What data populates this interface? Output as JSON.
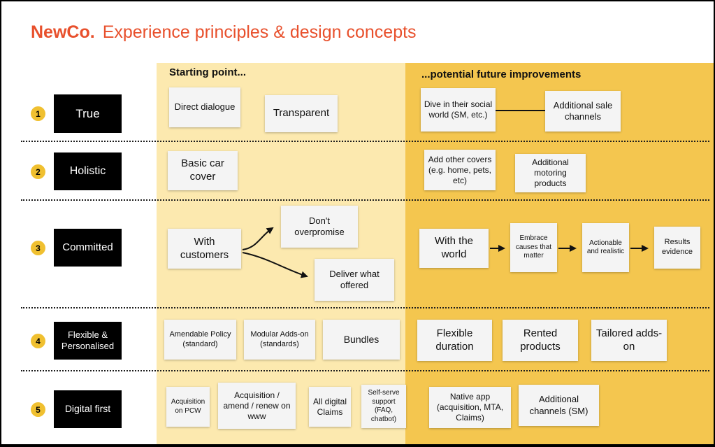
{
  "title": {
    "brand": "NewCo.",
    "subtitle": "Experience principles & design concepts"
  },
  "columns": {
    "start_header": "Starting point...",
    "future_header": "...potential future improvements"
  },
  "colors": {
    "accent": "#E8502C",
    "start_bg": "#FCE9AF",
    "future_bg": "#F4C64F",
    "label_bg": "#000000",
    "badge_bg": "#F0C030",
    "card_bg": "#F4F4F4"
  },
  "rows": [
    {
      "number": "1",
      "label": "True",
      "start_cards": [
        {
          "text": "Direct dialogue"
        },
        {
          "text": "Transparent"
        }
      ],
      "future_cards": [
        {
          "text": "Dive in their social world (SM, etc.)"
        },
        {
          "text": "Additional sale channels"
        }
      ]
    },
    {
      "number": "2",
      "label": "Holistic",
      "start_cards": [
        {
          "text": "Basic car cover"
        }
      ],
      "future_cards": [
        {
          "text": "Add other covers (e.g. home, pets, etc)"
        },
        {
          "text": "Additional motoring products"
        }
      ]
    },
    {
      "number": "3",
      "label": "Committed",
      "start_cards": [
        {
          "text": "With customers"
        },
        {
          "text": "Don't overpromise"
        },
        {
          "text": "Deliver what offered"
        }
      ],
      "future_cards": [
        {
          "text": "With the world"
        },
        {
          "text": "Embrace causes that matter"
        },
        {
          "text": "Actionable and realistic"
        },
        {
          "text": "Results evidence"
        }
      ]
    },
    {
      "number": "4",
      "label": "Flexible & Personalised",
      "start_cards": [
        {
          "text": "Amendable Policy (standard)"
        },
        {
          "text": "Modular Adds-on (standards)"
        },
        {
          "text": "Bundles"
        }
      ],
      "future_cards": [
        {
          "text": "Flexible duration"
        },
        {
          "text": "Rented products"
        },
        {
          "text": "Tailored adds-on"
        }
      ]
    },
    {
      "number": "5",
      "label": "Digital first",
      "start_cards": [
        {
          "text": "Acquisition on PCW"
        },
        {
          "text": "Acquisition / amend / renew on www"
        },
        {
          "text": "All digital Claims"
        },
        {
          "text": "Self-serve support (FAQ, chatbot)"
        }
      ],
      "future_cards": [
        {
          "text": "Native app (acquisition, MTA, Claims)"
        },
        {
          "text": "Additional channels (SM)"
        }
      ]
    }
  ]
}
